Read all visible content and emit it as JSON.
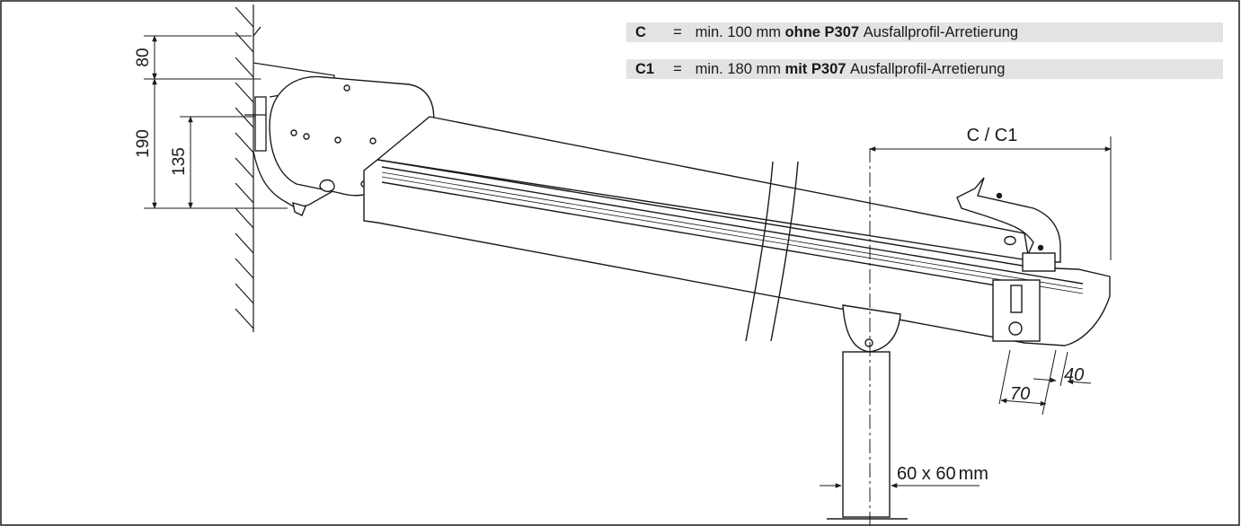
{
  "legend": [
    {
      "symbol": "C",
      "equals": "=",
      "prefix": "min. 100 mm",
      "bold": "ohne P307",
      "suffix": "Ausfallprofil-Arretierung"
    },
    {
      "symbol": "C1",
      "equals": "=",
      "prefix": "min. 180 mm",
      "bold": "mit P307",
      "suffix": "Ausfallprofil-Arretierung"
    }
  ],
  "dimensions": {
    "d80": "80",
    "d190": "190",
    "d135": "135",
    "c_c1": "C / C1",
    "d40": "40",
    "d70": "70",
    "post_size": "60 x 60",
    "post_unit": "mm"
  }
}
